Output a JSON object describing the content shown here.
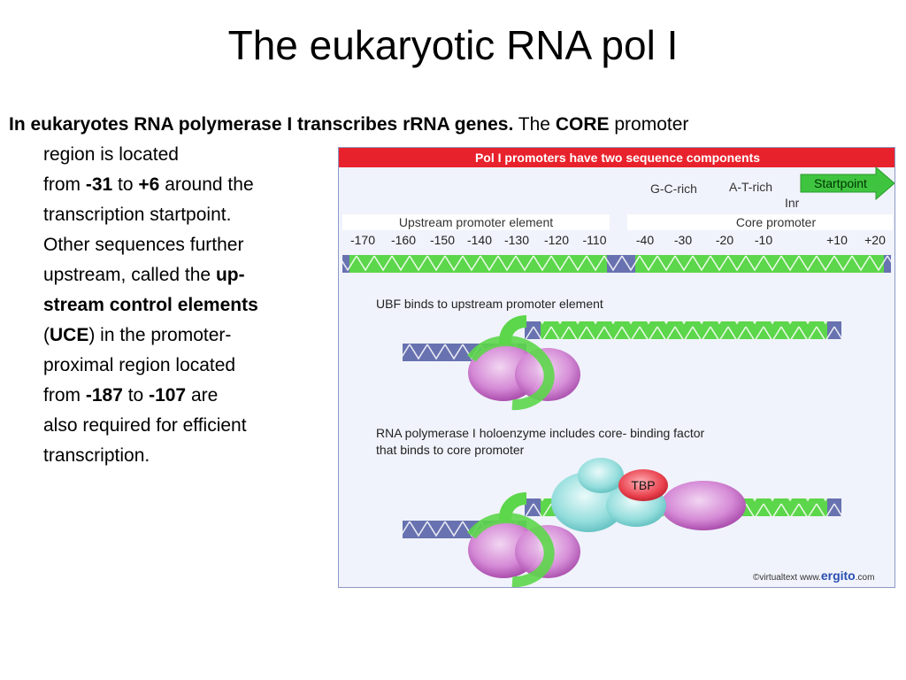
{
  "slide": {
    "title": "The eukaryotic RNA pol I",
    "text": {
      "l1_bold": "In eukaryotes RNA polymerase I transcribes rRNA genes.",
      "l1_the": "The",
      "l1_core": "CORE",
      "l1_promoter": "promoter",
      "l2": "region is located",
      "l3_from": "from",
      "l3_n31": "-31",
      "l3_to": "to",
      "l3_p6": "+6",
      "l3_rest": "around the",
      "l4": "transcription startpoint.",
      "l5": "Other sequences further",
      "l6_pre": "upstream, called the",
      "l6_bold": "up-",
      "l7_bold": "stream control elements",
      "l8_open": "(",
      "l8_uce": "UCE",
      "l8_rest": ") in the promoter-",
      "l9": "proximal region located",
      "l10_from": "from",
      "l10_n187": "-187",
      "l10_to": "to",
      "l10_n107": "-107",
      "l10_are": "are",
      "l11": "also required for efficient",
      "l12": "transcription."
    }
  },
  "diagram": {
    "header": "Pol I promoters have two sequence components",
    "gc_rich": "G-C-rich",
    "at_rich": "A-T-rich",
    "inr": "Inr",
    "startpoint": "Startpoint",
    "upstream_label": "Upstream promoter element",
    "core_label": "Core promoter",
    "ticks": [
      "-170",
      "-160",
      "-150",
      "-140",
      "-130",
      "-120",
      "-110",
      "-40",
      "-30",
      "-20",
      "-10",
      "+10",
      "+20"
    ],
    "ubf_caption": "UBF binds to upstream promoter element",
    "holo_caption_1": "RNA polymerase I holoenzyme includes core- binding factor",
    "holo_caption_2": "that binds to core promoter",
    "tbp": "TBP",
    "credit": "©virtualtext  www.",
    "credit_brand": "ergito",
    "credit_suffix": ".com",
    "colors": {
      "header_red": "#e8222c",
      "dna_green": "#5cd64a",
      "dna_blue": "#6872b0",
      "ubf_magenta": "#c566c6",
      "arrow_green": "#39c43c",
      "sl1_cyan": "#7ed6d6",
      "tbp_red": "#e0303e"
    }
  }
}
